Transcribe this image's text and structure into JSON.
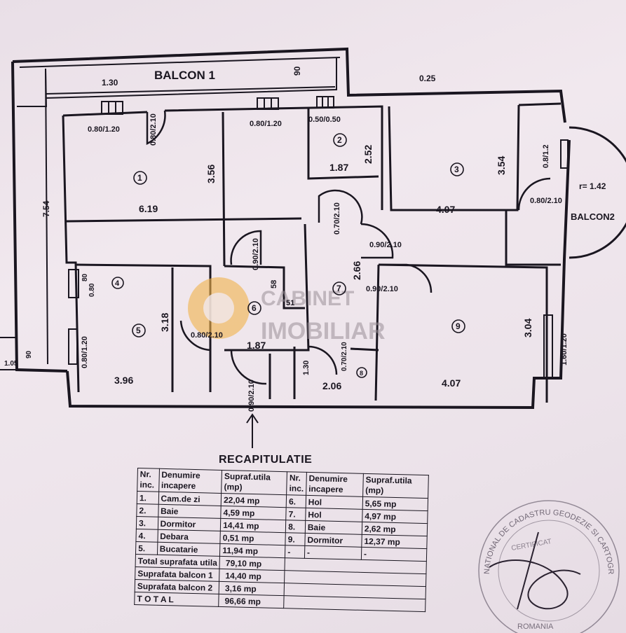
{
  "plan": {
    "balcony1_label": "BALCON 1",
    "balcony2_label": "BALCON2",
    "dims": {
      "top_left": "1.30",
      "top_90": "90",
      "top_025": "0.25",
      "left_754": "7.54",
      "w1": "0.80/1.20",
      "d1": "0.80/2.10",
      "w2": "0.80/1.20",
      "w3": "0.50/0.50",
      "r2_h": "2.52",
      "r2_w": "1.87",
      "r1_h": "3.56",
      "r1_w": "6.19",
      "r3_h": "3.54",
      "r3_w": "4.07",
      "w4": "0.8/1.2",
      "d3": "0.80/2.10",
      "radius": "r= 1.42",
      "d7a": "0.70/2.10",
      "d6": "0.90/2.10",
      "d9a": "0.90/2.10",
      "d9b": "0.90/2.10",
      "r7_h": "2.66",
      "r4_80": "80",
      "r4_d": "0.80",
      "d58": "58",
      "d51": "51",
      "r5_h": "3.18",
      "d5": "0.80/2.10",
      "w5": "0.80/1.20",
      "r5_w": "3.96",
      "r6_w": "1.87",
      "entry_door": "0.90/2.10",
      "d130": "1.30",
      "d8": "0.70/2.10",
      "r8_w": "2.06",
      "r9_h": "3.04",
      "r9_w": "4.07",
      "w9": "1.60/1.20",
      "left_105": "1.05",
      "left_90": "90"
    },
    "room_numbers": [
      "1",
      "2",
      "3",
      "4",
      "5",
      "6",
      "7",
      "8",
      "9"
    ]
  },
  "watermark": {
    "line1": "CABINET",
    "line2": "IMOBILIAR"
  },
  "recap": {
    "title": "RECAPITULATIE",
    "headers": {
      "nr": [
        "Nr.",
        "inc."
      ],
      "denumire": [
        "Denumire",
        "incapere"
      ],
      "supraf": [
        "Supraf.utila",
        "(mp)"
      ]
    },
    "left_rows": [
      {
        "nr": "1.",
        "name": "Cam.de zi",
        "area": "22,04 mp"
      },
      {
        "nr": "2.",
        "name": "Baie",
        "area": "4,59 mp"
      },
      {
        "nr": "3.",
        "name": "Dormitor",
        "area": "14,41 mp"
      },
      {
        "nr": "4.",
        "name": "Debara",
        "area": "0,51 mp"
      },
      {
        "nr": "5.",
        "name": "Bucatarie",
        "area": "11,94 mp"
      }
    ],
    "right_rows": [
      {
        "nr": "6.",
        "name": "Hol",
        "area": "5,65 mp"
      },
      {
        "nr": "7.",
        "name": "Hol",
        "area": "4,97 mp"
      },
      {
        "nr": "8.",
        "name": "Baie",
        "area": "2,62 mp"
      },
      {
        "nr": "9.",
        "name": "Dormitor",
        "area": "12,37 mp"
      },
      {
        "nr": "-",
        "name": "-",
        "area": "-"
      }
    ],
    "totals": [
      {
        "label": "Total suprafata utila",
        "value": "79,10 mp"
      },
      {
        "label": "Suprafata balcon 1",
        "value": "14,40 mp"
      },
      {
        "label": "Suprafata balcon 2",
        "value": "3,16 mp"
      },
      {
        "label": "T O T A L",
        "value": "96,66 mp"
      }
    ]
  },
  "stamp": {
    "ring_text": "NATIONAL DE CADASTRU GEODEZIE SI CARTOGRAFIE",
    "bottom_text": "ROMANIA",
    "inner_text": "CERTIFICAT"
  }
}
